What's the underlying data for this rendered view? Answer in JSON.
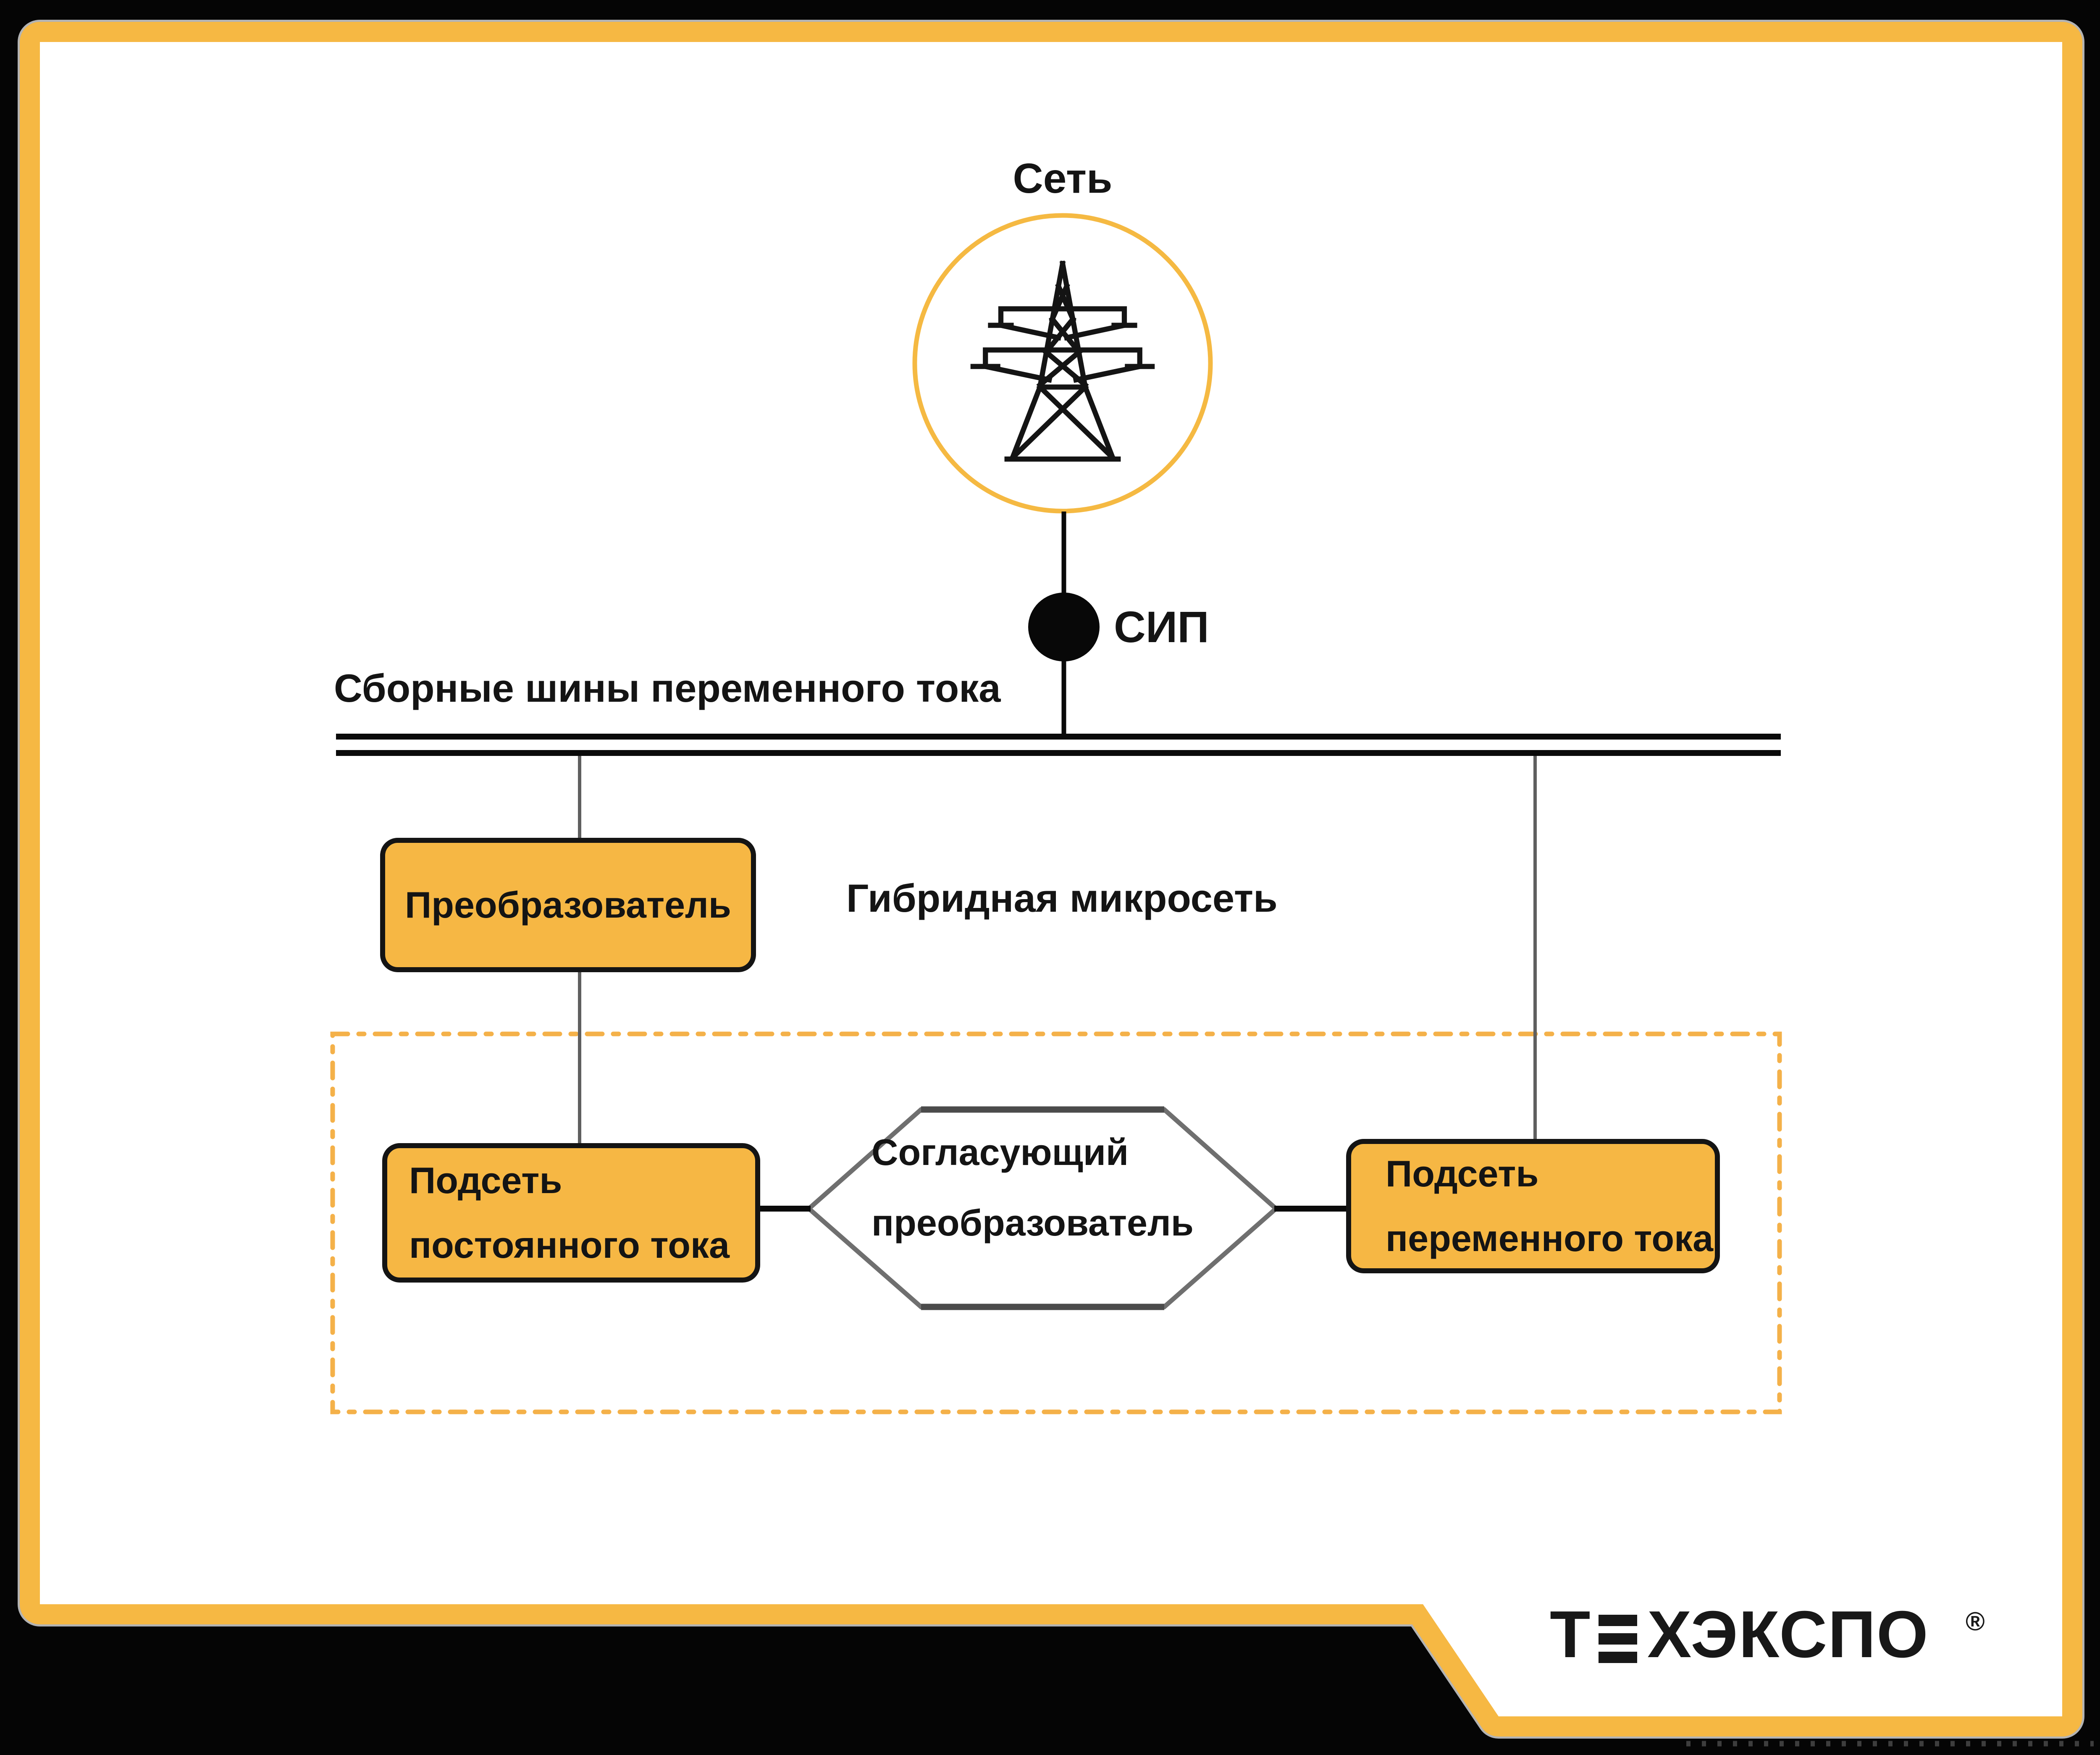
{
  "diagram": {
    "grid_label": "Сеть",
    "sip_label": "СИП",
    "busbar_label": "Сборные шины переменного тока",
    "hybrid_label": "Гибридная микросеть",
    "converter_box": {
      "label": "Преобразователь"
    },
    "dc_box": {
      "line1": "Подсеть",
      "line2": "постоянного тока"
    },
    "matching_converter": {
      "line1": "Согласующий",
      "line2": "преобразователь"
    },
    "ac_box": {
      "line1": "Подсеть",
      "line2": "переменного тока"
    },
    "icons": {
      "grid_circle": "power-transmission-tower-icon",
      "sip_node": "connection-dot"
    }
  },
  "footer": {
    "logo": {
      "part1": "Т",
      "stylized_letter": "Е",
      "part2": "ХЭКСПО",
      "registered_mark": "®"
    }
  },
  "colors": {
    "frame_black": "#050505",
    "border_orange": "#F6B843",
    "box_fill_orange": "#F6B744",
    "dashed_orange": "#F4B149",
    "line_gray": "#5F5F5F",
    "hexagon_gray": "#6F6F6F",
    "text_black": "#141414",
    "white": "#FFFFFF"
  }
}
